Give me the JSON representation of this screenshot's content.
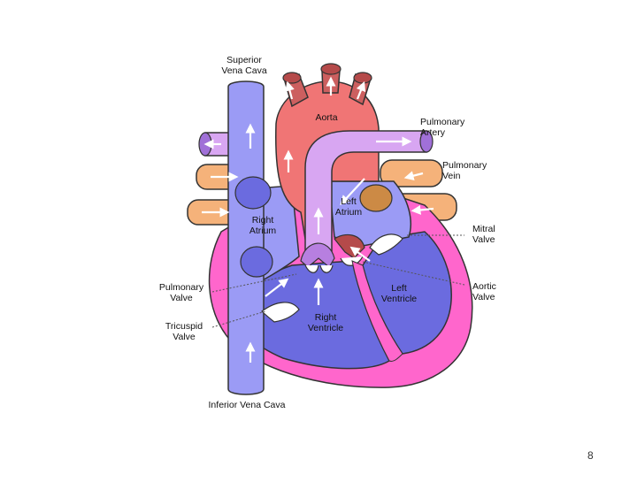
{
  "labels": {
    "superior_vena_cava": "Superior\nVena Cava",
    "aorta": "Aorta",
    "pulmonary_artery": "Pulmonary\nArtery",
    "pulmonary_vein": "Pulmonary\nVein",
    "left_atrium": "Left\nAtrium",
    "right_atrium": "Right\nAtrium",
    "mitral_valve": "Mitral\nValve",
    "pulmonary_valve": "Pulmonary\nValve",
    "left_ventricle": "Left\nVentricle",
    "aortic_valve": "Aortic\nValve",
    "tricuspid_valve": "Tricuspid\nValve",
    "right_ventricle": "Right\nVentricle",
    "inferior_vena_cava": "Inferior Vena Cava"
  },
  "page_number": "8",
  "colors": {
    "deoxygenated": "#9b9bf5",
    "ventricle_dark": "#6b6bdf",
    "oxygenated": "#f07575",
    "aorta_branch": "#cc5f5f",
    "pulmonary_artery": "#d8a6f2",
    "pulmonary_vein": "#f5b27a",
    "heart_wall": "#ff66cc",
    "valve_red": "#b54a4a",
    "outline": "#333333"
  }
}
